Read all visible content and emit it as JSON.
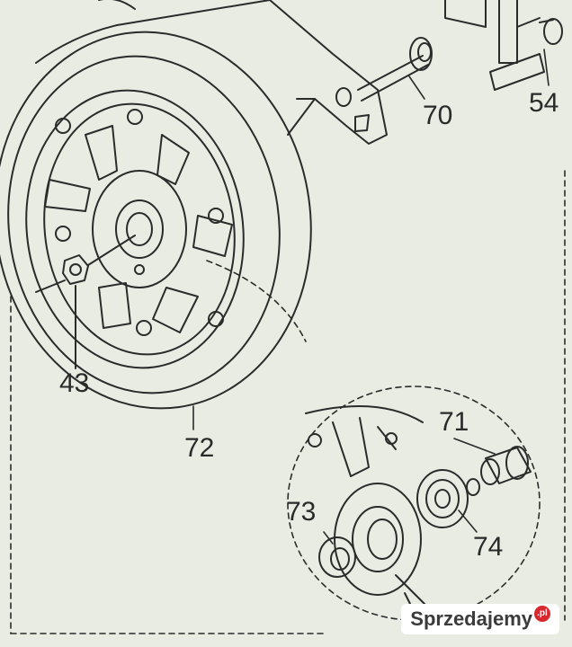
{
  "callouts": {
    "c54": "54",
    "c70": "70",
    "c43": "43",
    "c72": "72",
    "c71": "71",
    "c73": "73",
    "c74": "74"
  },
  "watermark": {
    "text": "Sprzedajemy",
    "badge": ".pl"
  },
  "colors": {
    "line": "#2b2b2b",
    "paper": "#e9ece2",
    "watermark_red": "#d9272e"
  }
}
